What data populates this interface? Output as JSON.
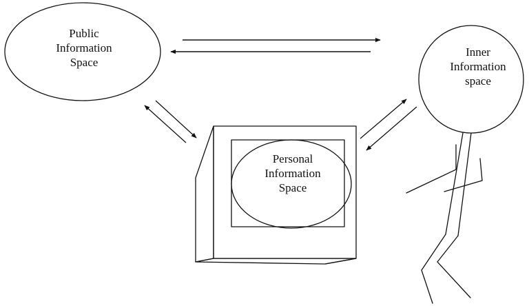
{
  "nodes": {
    "public": {
      "lines": [
        "Public",
        "Information",
        "Space"
      ]
    },
    "inner": {
      "lines": [
        "Inner",
        "Information",
        "space"
      ]
    },
    "personal": {
      "lines": [
        "Personal",
        "Information",
        "Space"
      ]
    }
  },
  "colors": {
    "stroke": "#111111",
    "background": "#ffffff"
  }
}
